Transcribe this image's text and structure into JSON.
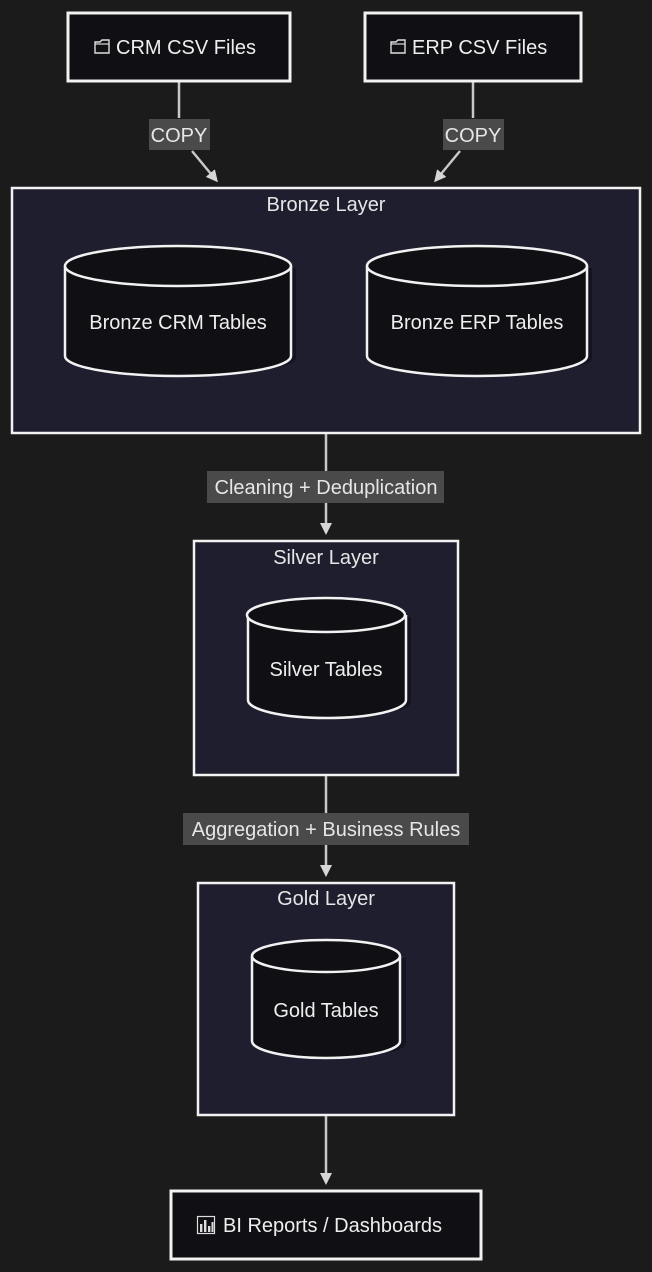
{
  "sources": {
    "crm_csv": {
      "icon": "folder-icon",
      "label": "CRM CSV Files"
    },
    "erp_csv": {
      "icon": "folder-icon",
      "label": "ERP CSV Files"
    }
  },
  "edges": {
    "crm_copy": "COPY",
    "erp_copy": "COPY",
    "bronze_to_silver": "Cleaning + Deduplication",
    "silver_to_gold": "Aggregation + Business Rules"
  },
  "layers": {
    "bronze": {
      "title": "Bronze Layer",
      "tables": [
        "Bronze CRM Tables",
        "Bronze ERP Tables"
      ]
    },
    "silver": {
      "title": "Silver Layer",
      "tables": [
        "Silver Tables"
      ]
    },
    "gold": {
      "title": "Gold Layer",
      "tables": [
        "Gold Tables"
      ]
    }
  },
  "sink": {
    "icon": "bar-chart-icon",
    "label": "BI Reports / Dashboards"
  },
  "colors": {
    "background": "#1b1b1c",
    "node_fill": "#0f0f14",
    "layer_fill": "#1e1e2e",
    "stroke": "#f2f2f2",
    "edge_label_bg": "#4a4a4a",
    "text": "#eeeeee"
  }
}
